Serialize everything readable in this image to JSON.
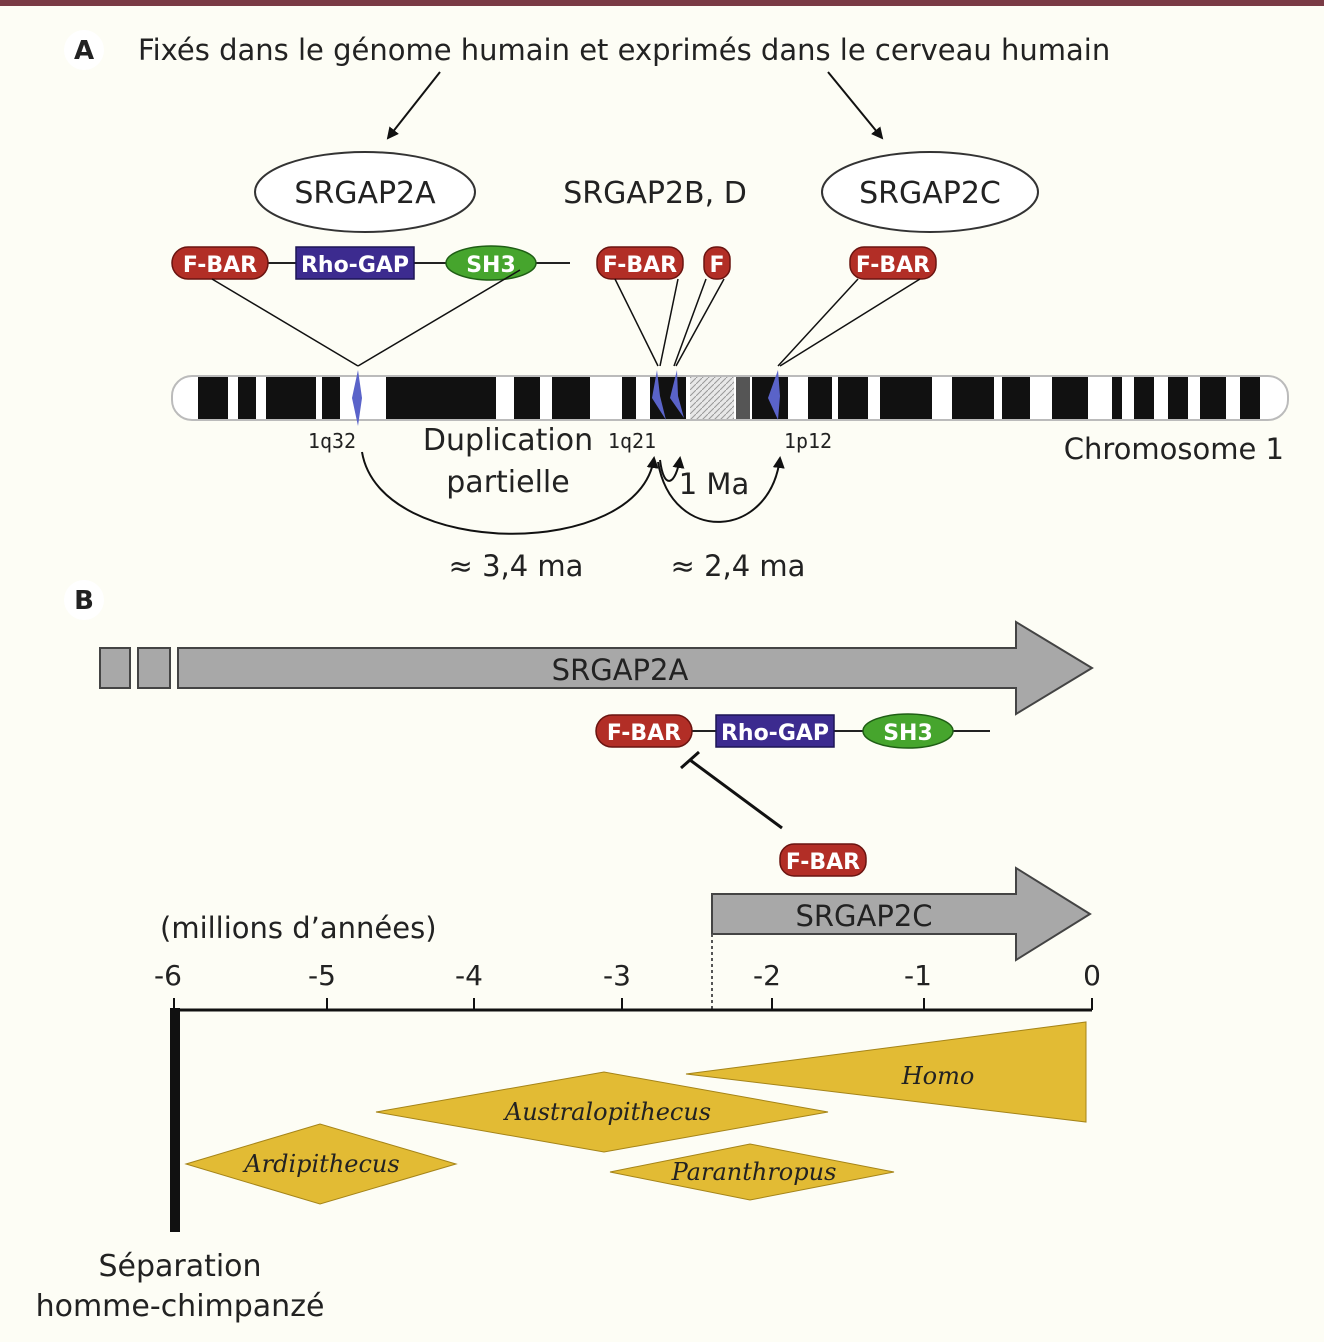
{
  "panel_a": {
    "label": "A",
    "title": "Fixés dans le génome humain et exprimés dans le cerveau humain",
    "gene_2a": "SRGAP2A",
    "gene_2bd": "SRGAP2B, D",
    "gene_2c": "SRGAP2C",
    "domains": {
      "fbar": "F-BAR",
      "rhogap": "Rho-GAP",
      "sh3": "SH3",
      "f": "F"
    },
    "bands": {
      "b1q32": "1q32",
      "b1q21": "1q21",
      "b1p12": "1p12"
    },
    "chromosome": "Chromosome 1",
    "duplication_line1": "Duplication",
    "duplication_line2": "partielle",
    "one_ma": "1 Ma",
    "ma_34": "≈ 3,4 ma",
    "ma_24": "≈ 2,4 ma"
  },
  "panel_b": {
    "label": "B",
    "arrow_2a": "SRGAP2A",
    "arrow_2c": "SRGAP2C",
    "domains": {
      "fbar": "F-BAR",
      "rhogap": "Rho-GAP",
      "sh3": "SH3",
      "fbar_c": "F-BAR"
    },
    "axis_title": "(millions d’années)",
    "ticks": [
      "-6",
      "-5",
      "-4",
      "-3",
      "-2",
      "-1",
      "0"
    ],
    "taxa": {
      "homo": "Homo",
      "australopithecus": "Australopithecus",
      "ardipithecus": "Ardipithecus",
      "paranthropus": "Paranthropus"
    },
    "split_line1": "Séparation",
    "split_line2": "homme-chimpanzé"
  },
  "colors": {
    "top_bar": "#7a3b45",
    "fbar": "#b22e26",
    "rhogap": "#3c2b8f",
    "sh3": "#46a52d",
    "gold": "#e2bb34",
    "arrow_grey": "#a8a8a8",
    "band_blue": "#5a63c9"
  }
}
